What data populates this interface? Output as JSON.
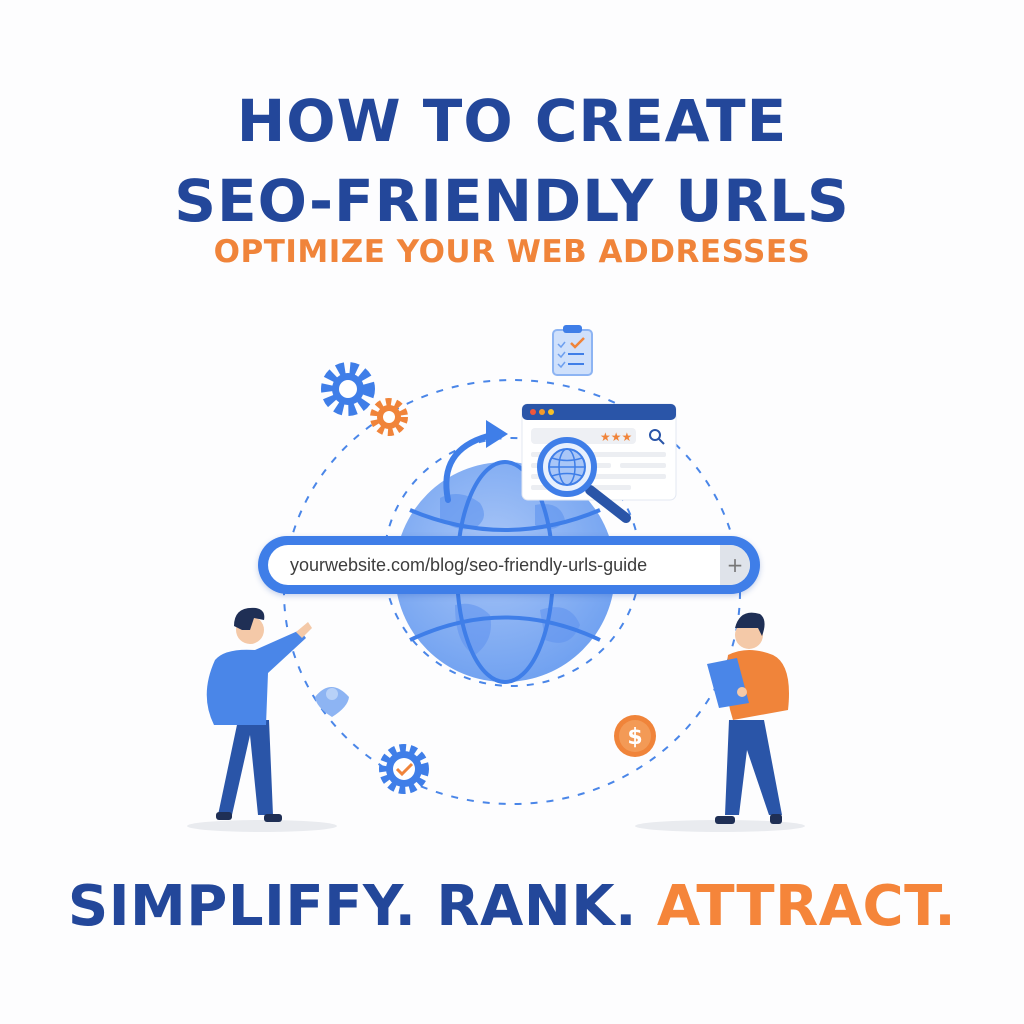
{
  "header": {
    "title_line1": "HOW TO CREATE",
    "title_line2": "SEO-FRIENDLY URLS",
    "subtitle": "OPTIMIZE YOUR WEB ADDRESSES"
  },
  "url_bar": {
    "value": "yourwebsite.com/blog/seo-friendly-urls-guide",
    "add_icon": "+"
  },
  "tagline": {
    "part1": "SIMPLIFFY.",
    "part2": "RANK.",
    "part3": "ATTRACT."
  },
  "browser_card": {
    "rating_stars": "★★★"
  },
  "coin": {
    "symbol": "$"
  },
  "icons": [
    "gear-icon",
    "clipboard-checklist-icon",
    "browser-window-icon",
    "magnifier-globe-icon",
    "globe-icon",
    "location-pin-icon",
    "gear-check-icon",
    "dollar-coin-icon",
    "curved-arrow-icon",
    "search-icon"
  ],
  "colors": {
    "navy": "#23479a",
    "orange": "#f0843a",
    "primary_blue": "#3f7ee8",
    "light_blue": "#8db4f3"
  }
}
